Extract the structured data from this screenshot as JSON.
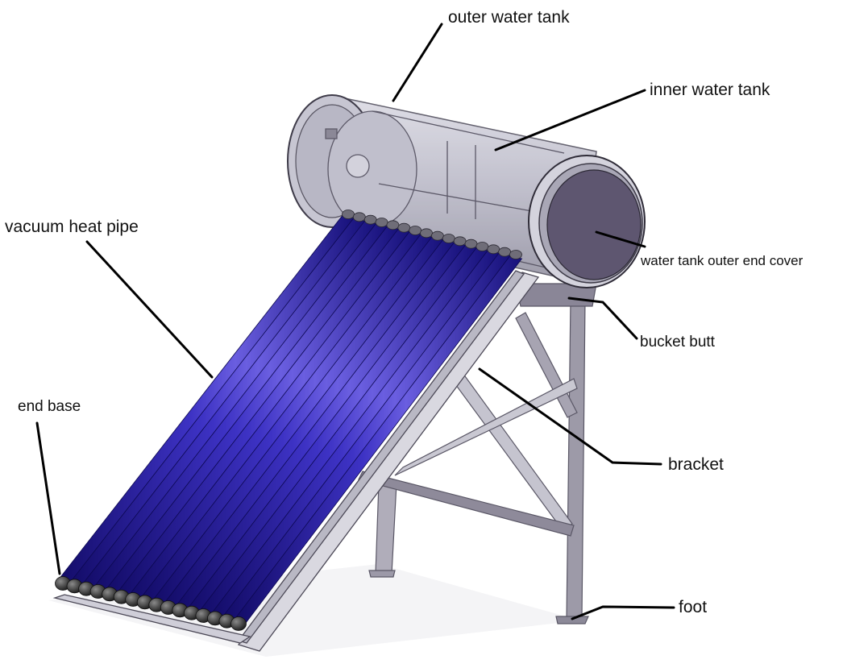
{
  "diagram": {
    "labels": {
      "outer_water_tank": "outer water tank",
      "inner_water_tank": "inner water tank",
      "vacuum_heat_pipe": "vacuum heat pipe",
      "water_tank_outer_end_cover": "water tank outer end cover",
      "bucket_butt": "bucket butt",
      "end_base": "end base",
      "bracket": "bracket",
      "foot": "foot"
    },
    "tube_count": 16,
    "colors": {
      "tube": "#2a1f9e",
      "tube_highlight": "#6a5ee0",
      "tank": "#b9b8c6",
      "end_cover": "#5e5670",
      "frame": "#c9c8cf",
      "frame_dark": "#7c7887",
      "leader": "#000000"
    }
  }
}
